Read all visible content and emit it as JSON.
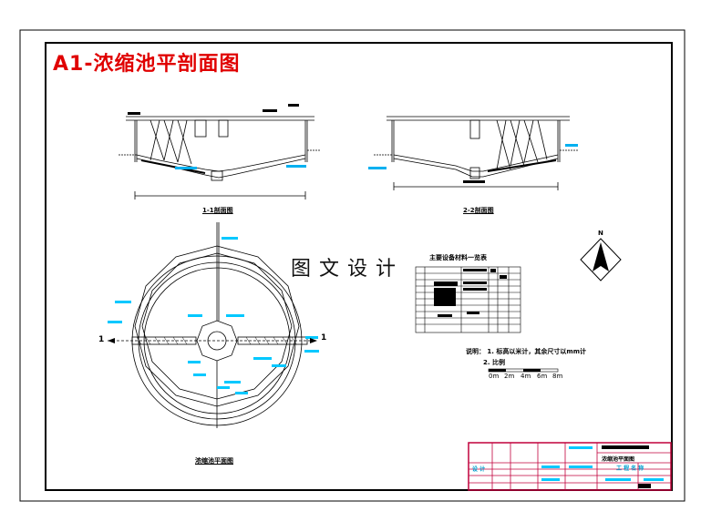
{
  "title": "A1-浓缩池平剖面图",
  "watermark": "图文设计",
  "sections": {
    "section_1": "1-1剖面图",
    "section_2": "2-2剖面图",
    "plan": "浓缩池平面图"
  },
  "table": {
    "title": "主要设备材料一览表",
    "rows": 10
  },
  "notes": {
    "line1": "说明： 1. 标高以米计，其余尺寸以mm计",
    "line2": "2. 比例"
  },
  "scale_bar": [
    "0m",
    "2m",
    "4m",
    "6m",
    "8m"
  ],
  "north_label": "N",
  "section_marks": {
    "left": "1",
    "right": "1"
  },
  "title_block": {
    "project_name": "浓缩池平面图",
    "cell_a": "设 计",
    "cell_b": "工 程 名 称"
  },
  "colors": {
    "title": "#e00000",
    "annotation": "#00b0f0",
    "tag": "#00c8ff",
    "line": "#000000",
    "title_block": "#c0003c"
  }
}
